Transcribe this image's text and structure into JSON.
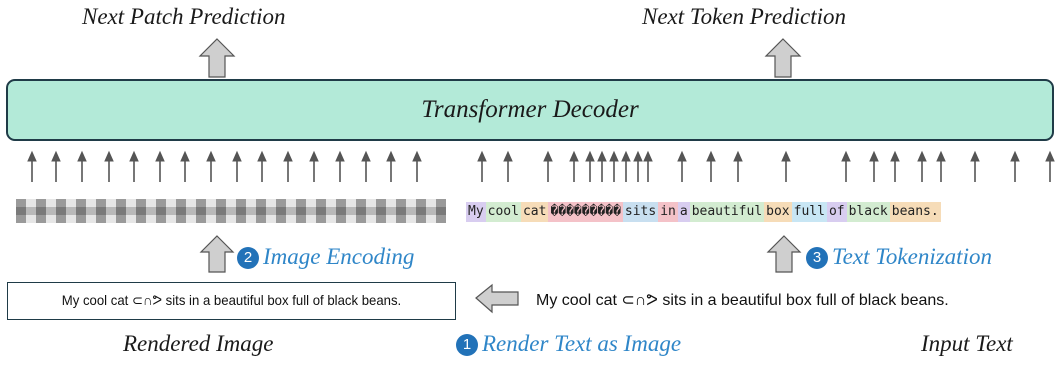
{
  "labels": {
    "next_patch": "Next Patch Prediction",
    "next_token": "Next Token Prediction",
    "decoder": "Transformer Decoder",
    "image_encoding": "Image Encoding",
    "text_tokenization": "Text Tokenization",
    "render_text": "Render Text as Image",
    "rendered_image": "Rendered Image",
    "input_text": "Input Text",
    "step1": "1",
    "step2": "2",
    "step3": "3"
  },
  "rendered_sentence": "My cool cat ⊂∩ᕗ sits in a beautiful box full of black beans.",
  "input_sentence": "My cool cat ⊂∩ᕗ sits in a beautiful box full of black beans.",
  "tokens": [
    {
      "text": "My",
      "color": "#d8cdf0"
    },
    {
      "text": "cool",
      "color": "#d3ecd1"
    },
    {
      "text": "cat",
      "color": "#f6dcb8"
    },
    {
      "text": "���������",
      "color": "#f4c2c8"
    },
    {
      "text": "sits",
      "color": "#c8dff0"
    },
    {
      "text": "in",
      "color": "#f4c2c8"
    },
    {
      "text": "a",
      "color": "#d8cdf0"
    },
    {
      "text": "beautiful",
      "color": "#d3ecd1"
    },
    {
      "text": "box",
      "color": "#f6dcb8"
    },
    {
      "text": "full",
      "color": "#c8e6f4"
    },
    {
      "text": "of",
      "color": "#d8cdf0"
    },
    {
      "text": "black",
      "color": "#d3ecd1"
    },
    {
      "text": "beans.",
      "color": "#f6dcb8"
    }
  ],
  "colors": {
    "decoder_fill": "#b3ead8",
    "arrow_fill": "#cfcfcf",
    "accent_blue": "#2f86c8",
    "step_circle": "#2272b8"
  }
}
